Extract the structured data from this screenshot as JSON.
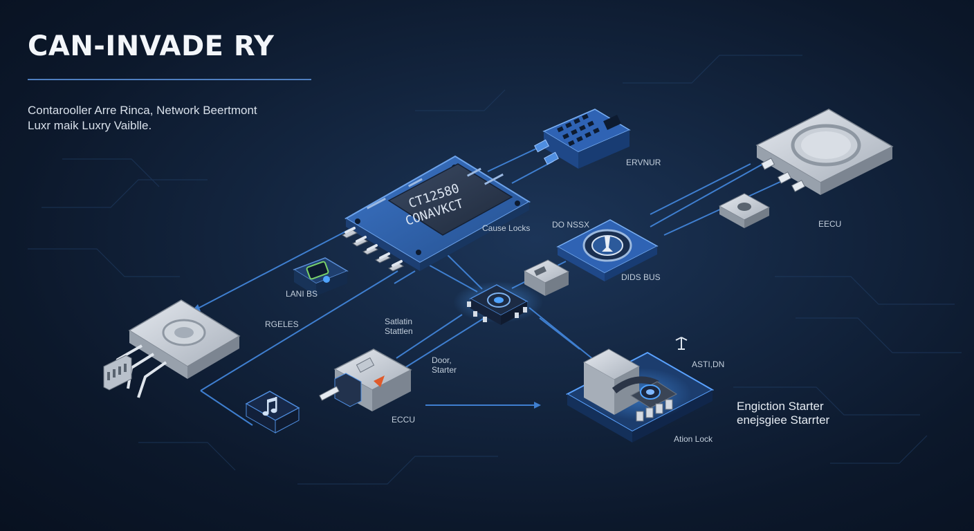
{
  "title": "CAN-INVADE RY",
  "subtitle": {
    "line1": "Contarooller Arre Rinca, Network Beertmont",
    "line2": "Luxr maik Luxry Vaiblle."
  },
  "chip": {
    "line1": "CT12580",
    "line2": "CONAVKCT"
  },
  "labels": {
    "ervnur": "ERVNUR",
    "do_nssx": "DO NSSX",
    "cause_locks": "Cause Locks",
    "dids_bus": "DIDS BUS",
    "eecu_right": "EECU",
    "lani_bs": "LANI BS",
    "rgeles": "RGELES",
    "satlatin_1": "Satlatin",
    "satlatin_2": "Stattlen",
    "door_1": "Door,",
    "door_2": "Starter",
    "ecu_bottom": "ECCU",
    "astion": "ASTI,DN",
    "ation_lock": "Ation Lock",
    "engine_1": "Engiction Starter",
    "engine_2": "enejsgiee Starrter"
  },
  "colors": {
    "background": "#0c182b",
    "bus_line": "#3f7fd0",
    "board_blue": "#2f63b4",
    "title_text": "#f3f6fa",
    "glow": "#4fa3ff"
  },
  "icons": [
    "music-note-icon",
    "target-icon",
    "lock-icon",
    "cpu-chip-icon",
    "connector-icon",
    "gear-icon"
  ]
}
